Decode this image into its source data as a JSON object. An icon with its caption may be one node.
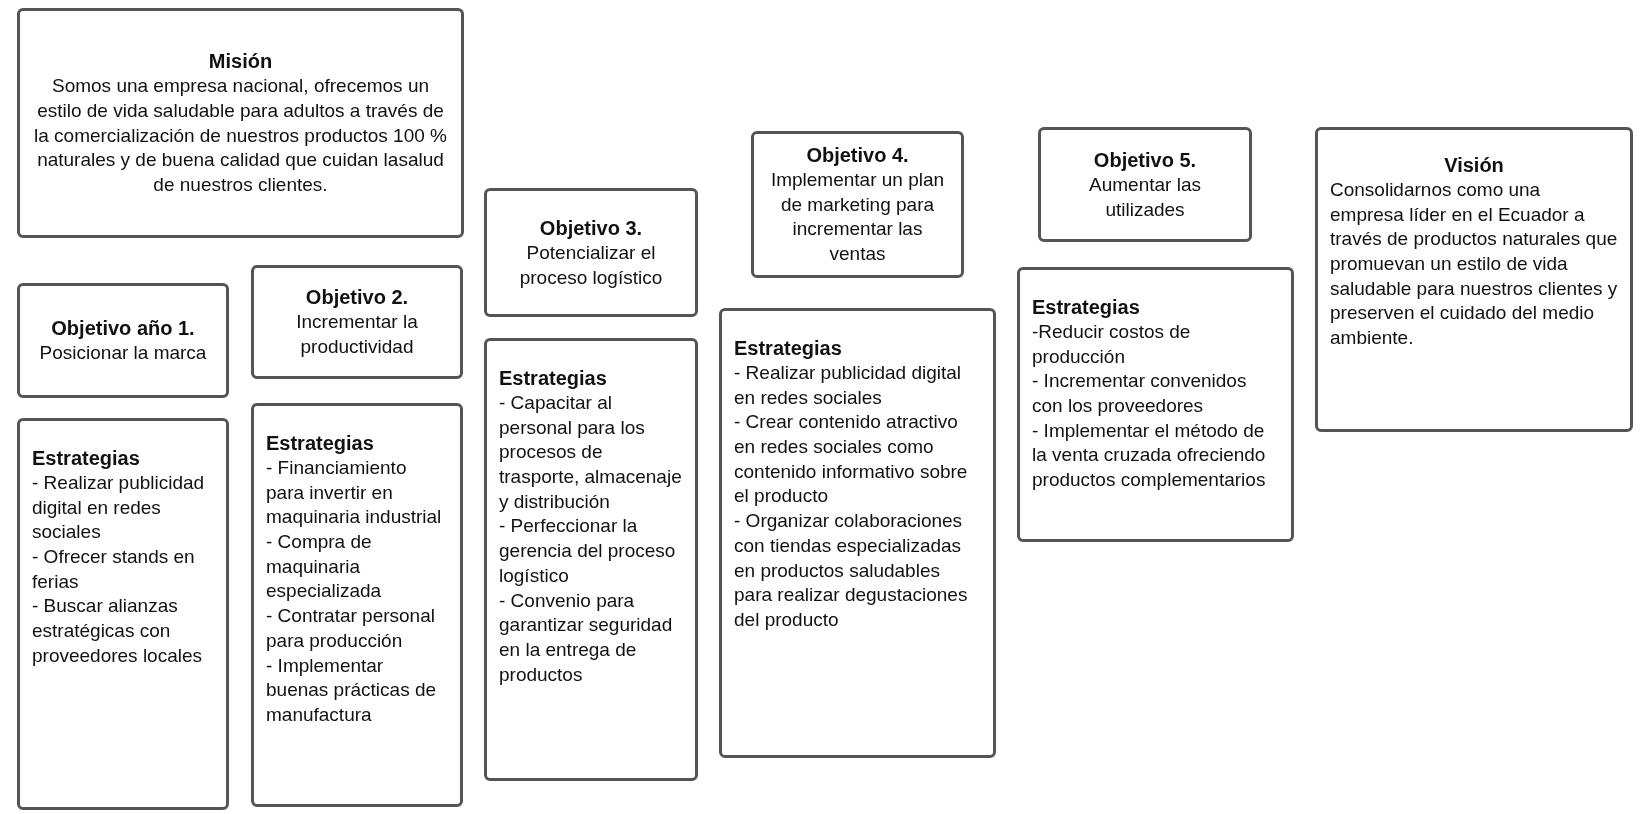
{
  "diagram": {
    "nodes": [
      {
        "text": [
          "Misión",
          "Somos una empresa nacional, ofrecemos un estilo de vida saludable para adultos a través de la comercialización de nuestros productos 100 % naturales y de buena calidad que cuidan lasalud de nuestros clientes."
        ]
      },
      {
        "text": [
          "Objetivo año 1.",
          "Posicionar la marca"
        ]
      },
      {
        "text": [
          "Estrategias",
          "- Realizar publicidad digital en redes sociales",
          "- Ofrecer stands en ferias",
          "- Buscar alianzas estratégicas con proveedores locales"
        ]
      },
      {
        "text": [
          "**Objetivo 2**.",
          "Incrementar la productividad"
        ]
      },
      {
        "text": [
          "Estrategias",
          "- Financiamiento para invertir en maquinaria industrial",
          "- Compra de maquinaria especializada",
          "- Contratar personal para producción",
          "- Implementar buenas prácticas de manufactura"
        ]
      },
      {
        "text": [
          "**Objetivo 3**.",
          "Potencializar el proceso logístico"
        ]
      },
      {
        "text": [
          "Estrategias",
          "- Capacitar al personal para los procesos de trasporte, almacenaje y distribución",
          "- Perfeccionar la gerencia del proceso logístico",
          "- Convenio para garantizar seguridad en la entrega de productos"
        ]
      },
      {
        "text": [
          "Objetivo 4.",
          "Implementar un plan de marketing para incrementar las ventas"
        ]
      },
      {
        "text": [
          "Estrategias",
          "- Realizar publicidad digital en redes sociales",
          "- Crear contenido atractivo en redes sociales como contenido informativo sobre el producto",
          "- Organizar colaboraciones con tiendas especializadas en productos saludables para realizar degustaciones del producto"
        ]
      },
      {
        "text": [
          "**Objetivo 5**.",
          "Aumentar las utilizades"
        ]
      },
      {
        "text": [
          "Estrategias",
          "-Reducir costos de producción",
          "- Incrementar convenidos con los proveedores",
          "- Implementar el método de la venta cruzada ofreciendo productos complementarios"
        ]
      },
      {
        "text": [
          "Visión",
          "Consolidarnos como una empresa líder en el Ecuador a través de productos naturales que promuevan un estilo de vida saludable para nuestros clientes y preserven el cuidado del medio ambiente."
        ]
      }
    ]
  }
}
